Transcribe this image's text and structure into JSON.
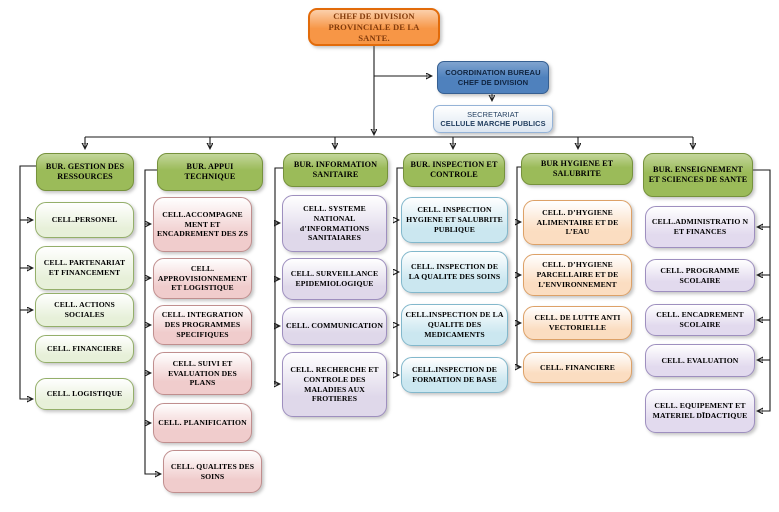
{
  "root": {
    "label": "CHEF DE DIVISION PROVINCIALE DE LA SANTE."
  },
  "coordination": {
    "line1": "COORDINATION BUREAU",
    "line2": "CHEF  DE DIVISION"
  },
  "secretariat": {
    "line1": "SECRETARIAT",
    "line2": "CELLULE MARCHE PUBLICS"
  },
  "columns": [
    {
      "header": "BUR. GESTION DES RESSOURCES",
      "cells": [
        "CELL.PERSONEL",
        "CELL. PARTENARIAT ET FINANCEMENT",
        "CELL. ACTIONS SOCIALES",
        "CELL. FINANCIERE",
        "CELL. LOGISTIQUE"
      ]
    },
    {
      "header": "BUR. APPUI TECHNIQUE",
      "cells": [
        "CELL.ACCOMPAGNE MENT ET ENCADREMENT DES ZS",
        "CELL. APPROVISIONNEMENT ET LOGISTIQUE",
        "CELL. INTEGRATION DES PROGRAMMES SPECIFIQUES",
        "CELL. SUIVI ET EVALUATION DES PLANS",
        "CELL. PLANIFICATION",
        "CELL. QUALITES DES SOINS"
      ]
    },
    {
      "header": "BUR. INFORMATION SANITAIRE",
      "cells": [
        "CELL. SYSTEME NATIONAL d’INFORMATIONS SANITAIARES",
        "CELL. SURVEILLANCE EPIDEMIOLOGIQUE",
        "CELL. COMMUNICATION",
        "CELL. RECHERCHE ET CONTROLE DES MALADIES AUX FROTIERES"
      ]
    },
    {
      "header": "BUR. INSPECTION ET CONTROLE",
      "cells": [
        "CELL. INSPECTION HYGIENE ET SALUBRITE PUBLIQUE",
        "CELL. INSPECTION DE LA QUALITE DES SOINS",
        "CELL.INSPECTION DE LA QUALITE DES MEDICAMENTS",
        "CELL.INSPECTION DE FORMATION DE BASE"
      ]
    },
    {
      "header": "BUR HYGIENE ET SALUBRITE",
      "cells": [
        "CELL. D’HYGIENE ALIMENTAIRE ET DE L’EAU",
        "CELL. D’HYGIENE PARCELLAIRE ET DE L’ENVIRONNEMENT",
        "CELL. DE LUTTE ANTI VECTORIELLE",
        "CELL. FINANCIERE"
      ]
    },
    {
      "header": "BUR. ENSEIGNEMENT ET SCIENCES DE SANTE",
      "cells": [
        "CELL.ADMINISTRATIO N ET FINANCES",
        "CELL. PROGRAMME SCOLAIRE",
        "CELL. ENCADREMENT SCOLAIRE",
        "CELL. EVALUATION",
        "CELL. EQUIPEMENT ET MATERIEL DĪDACTIQUE"
      ]
    }
  ],
  "colors": {
    "chief-fill": "#F79646",
    "chief-border": "#E26B0A",
    "chief-text": "#843C0C",
    "coord-fill": "#4F81BD",
    "coord-border": "#365F91",
    "coord-text": "#0F2440",
    "secr-fill": "#DCE6F1",
    "secr-border": "#95B3D7",
    "secr-text": "#244061",
    "hdr-fill": "#9BBB59",
    "hdr-border": "#76923C",
    "c1-fill": "#E7F0D9",
    "c1-border": "#94AF6A",
    "c2-fill": "#F0CCCC",
    "c2-border": "#C08E8E",
    "c3-fill": "#DFD8EA",
    "c3-border": "#9E8FBF",
    "c4-fill": "#CBE7F0",
    "c4-border": "#82B8CC",
    "c5-fill": "#FBDDC1",
    "c5-border": "#DDA167",
    "c6-fill": "#E2DAEE",
    "c6-border": "#9E8FBF",
    "line": "#1A1A1A"
  }
}
